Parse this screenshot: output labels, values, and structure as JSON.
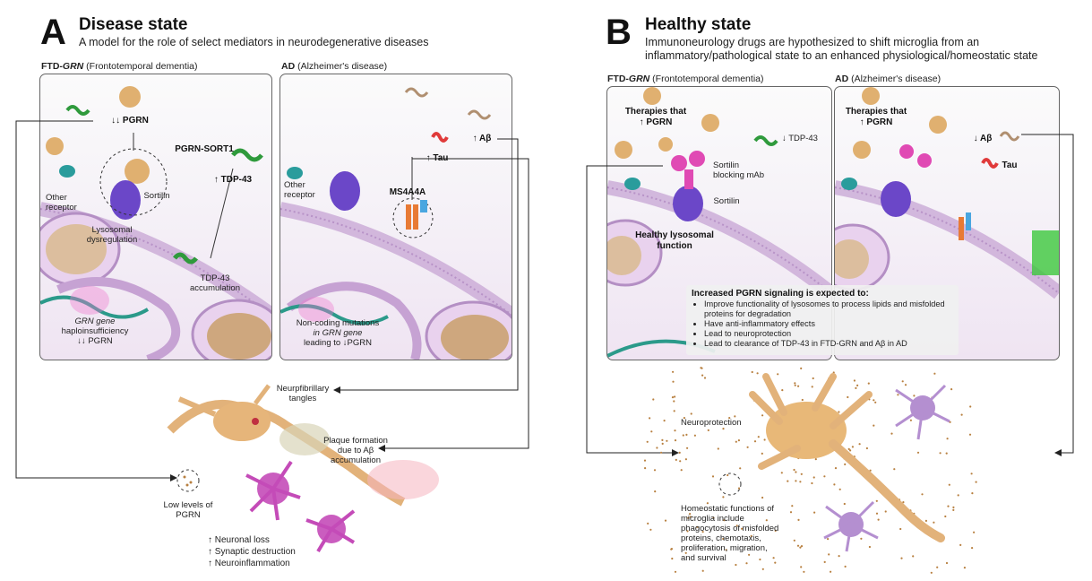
{
  "panel_a": {
    "letter": "A",
    "title": "Disease state",
    "subtitle": "A model for the role of select mediators in neurodegenerative diseases",
    "box_ftd": {
      "title_bold": "FTD-GRN",
      "title_rest": " (Frontotemporal dementia)",
      "pgrn": "↓↓ PGRN",
      "pgrn_sort1": "PGRN-SORT1",
      "tdp43": "↑ TDP-43",
      "other_receptor_1": "Other",
      "other_receptor_2": "receptor",
      "sortilin": "Sortilin",
      "lysosomal_1": "Lysosomal",
      "lysosomal_2": "dysregulation",
      "tdp43_accum_1": "TDP-43",
      "tdp43_accum_2": "accumulation",
      "grn_1": "GRN gene",
      "grn_2": "haploinsufficiency",
      "grn_3": "↓↓ PGRN"
    },
    "box_ad": {
      "title_bold": "AD",
      "title_rest": " (Alzheimer's disease)",
      "abeta": "↑ Aβ",
      "tau": "↑ Tau",
      "other_receptor_1": "Other",
      "other_receptor_2": "receptor",
      "ms4a4a": "MS4A4A",
      "noncoding_1": "Non-coding mutations",
      "noncoding_2": "in GRN gene",
      "noncoding_3": "leading to ↓PGRN"
    },
    "neuron": {
      "tangles_1": "Neurpfibrillary",
      "tangles_2": "tangles",
      "plaque_1": "Plaque formation",
      "plaque_2": "due to Aβ",
      "plaque_3": "accumulation",
      "low_1": "Low levels of",
      "low_2": "PGRN",
      "effect_1": "↑ Neuronal loss",
      "effect_2": "↑ Synaptic destruction",
      "effect_3": "↑ Neuroinflammation"
    }
  },
  "panel_b": {
    "letter": "B",
    "title": "Healthy state",
    "subtitle_1": "Immunoneurology drugs are hypothesized to shift microglia from an",
    "subtitle_2": "inflammatory/pathological state to an enhanced physiological/homeostatic state",
    "box_ftd": {
      "title_bold": "FTD-GRN",
      "title_rest": " (Frontotemporal dementia)",
      "therapies_1": "Therapies that",
      "therapies_2": "↑ PGRN",
      "tdp43": "↓ TDP-43",
      "sortilin_mab_1": "Sortilin",
      "sortilin_mab_2": "blocking mAb",
      "sortilin": "Sortilin",
      "healthy_1": "Healthy lysosomal",
      "healthy_2": "function"
    },
    "box_ad": {
      "title_bold": "AD",
      "title_rest": " (Alzheimer's disease)",
      "therapies_1": "Therapies that",
      "therapies_2": "↑ PGRN",
      "abeta": "↓ Aβ",
      "tau": "Tau"
    },
    "signaling": {
      "heading": "Increased PGRN signaling is expected to:",
      "items": [
        "Improve functionality of lysosomes to process lipids and misfolded proteins for degradation",
        "Have anti-inflammatory effects",
        "Lead to neuroprotection",
        "Lead to clearance of TDP-43 in FTD-GRN and Aβ in AD"
      ]
    },
    "neuron": {
      "neuroprotection": "Neuroprotection",
      "homeo_1": "Homeostatic functions of",
      "homeo_2": "microglia include",
      "homeo_3": "phagocytosis of misfolded",
      "homeo_4": "proteins, chemotaxis,",
      "homeo_5": "proliferation, migration,",
      "homeo_6": "and survival"
    }
  }
}
